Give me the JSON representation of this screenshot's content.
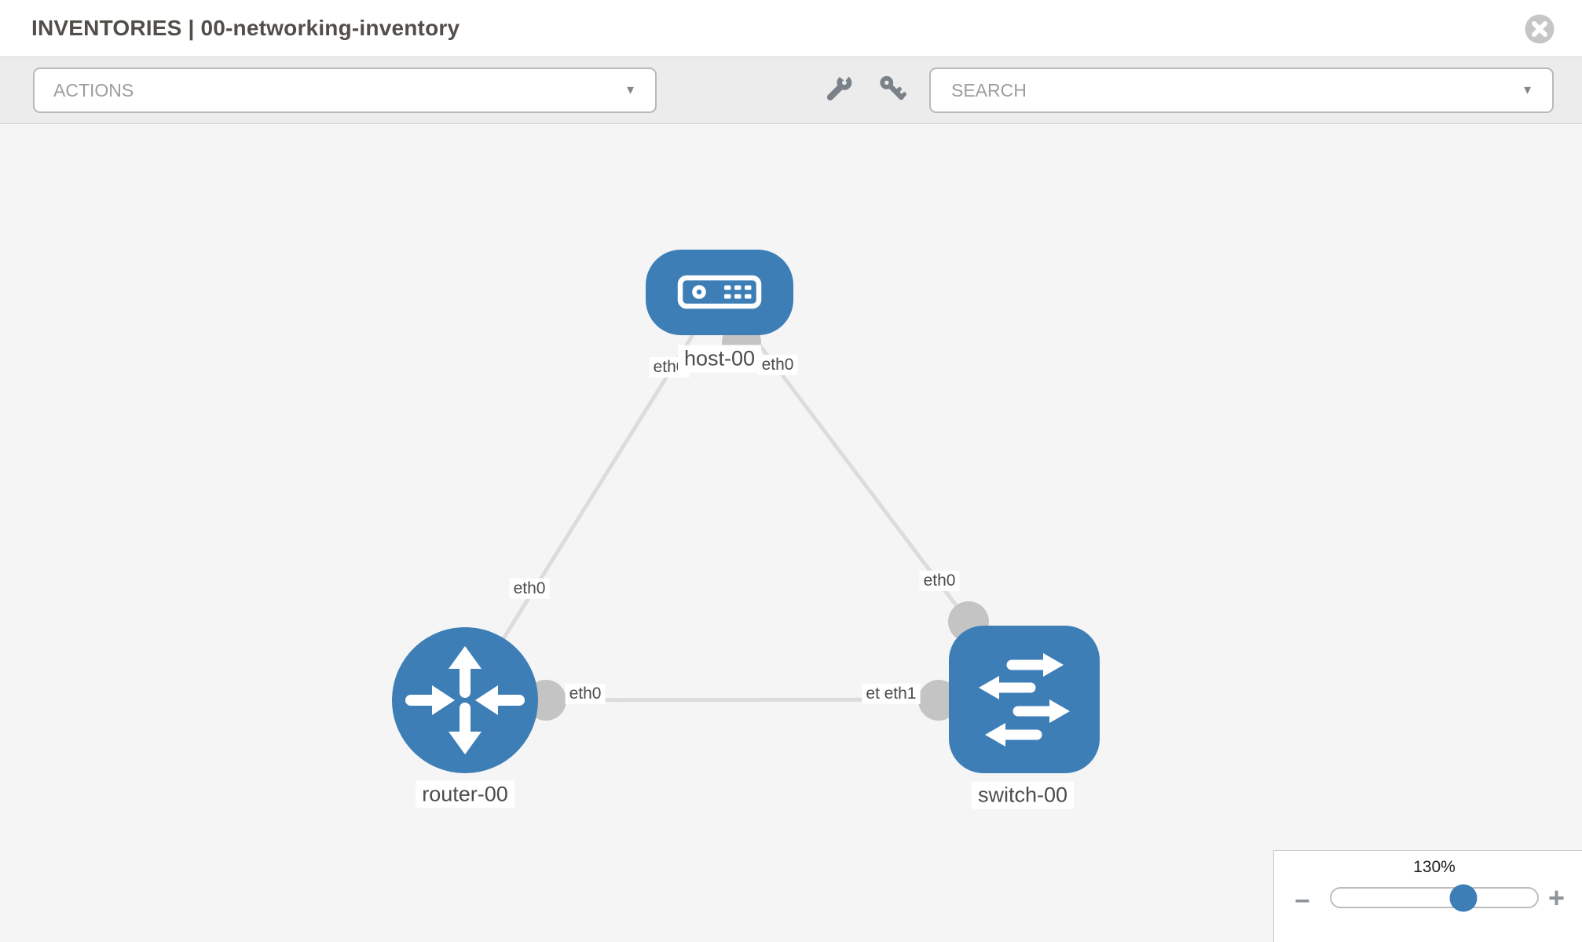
{
  "header": {
    "title": "INVENTORIES | 00-networking-inventory"
  },
  "toolbar": {
    "actions_label": "ACTIONS",
    "search_placeholder": "SEARCH",
    "caret_glyph": "▼"
  },
  "graph": {
    "nodes": [
      {
        "id": "host-00",
        "label": "host-00",
        "type": "host",
        "icon": "host-icon"
      },
      {
        "id": "router-00",
        "label": "router-00",
        "type": "router",
        "icon": "router-icon"
      },
      {
        "id": "switch-00",
        "label": "switch-00",
        "type": "switch",
        "icon": "switch-icon"
      }
    ],
    "edges": [
      {
        "from": "host-00",
        "to": "router-00",
        "from_label": "eth0",
        "to_label": "eth0"
      },
      {
        "from": "host-00",
        "to": "switch-00",
        "from_label": "eth0",
        "to_label": "eth0"
      },
      {
        "from": "router-00",
        "to": "switch-00",
        "from_label": "eth0",
        "to_label": "eth1",
        "to_label_behind": "eth"
      }
    ],
    "colors": {
      "node_blue": "#3d7eb7",
      "edge_gray": "#dcdcdc",
      "port_gray": "#c4c4c4",
      "canvas_bg": "#f5f5f5"
    }
  },
  "zoom_control": {
    "value": "130%",
    "minus_glyph": "−",
    "plus_glyph": "+"
  }
}
